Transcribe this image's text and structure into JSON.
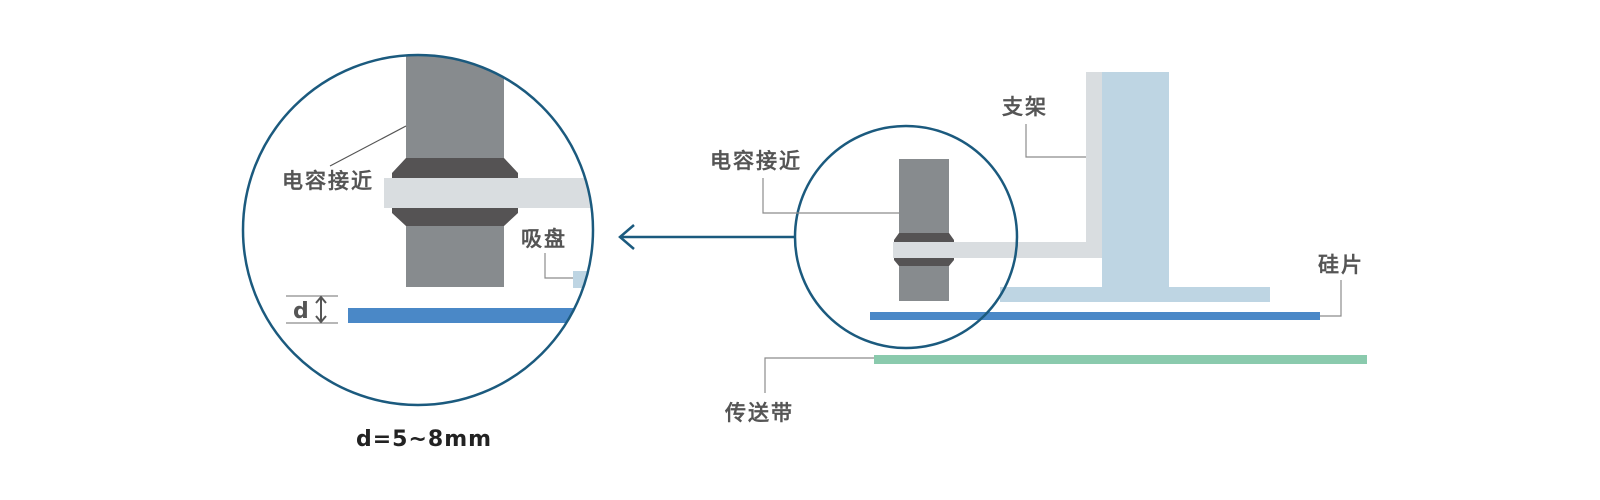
{
  "labels": {
    "sensor_zoom": "电容接近",
    "suction_cup": "吸盘",
    "distance_symbol": "d",
    "distance_caption": "d=5~8mm",
    "sensor": "电容接近",
    "bracket": "支架",
    "wafer": "硅片",
    "conveyor": "传送带"
  },
  "colors": {
    "circle_stroke": "#1b5a7e",
    "sensor_body": "#878b8e",
    "sensor_nut": "#555354",
    "bracket_arm": "#d9dde0",
    "suction_cup": "#bed5e3",
    "wafer": "#4a88c7",
    "conveyor": "#8acaad",
    "leader_line": "#8c8c8c"
  }
}
